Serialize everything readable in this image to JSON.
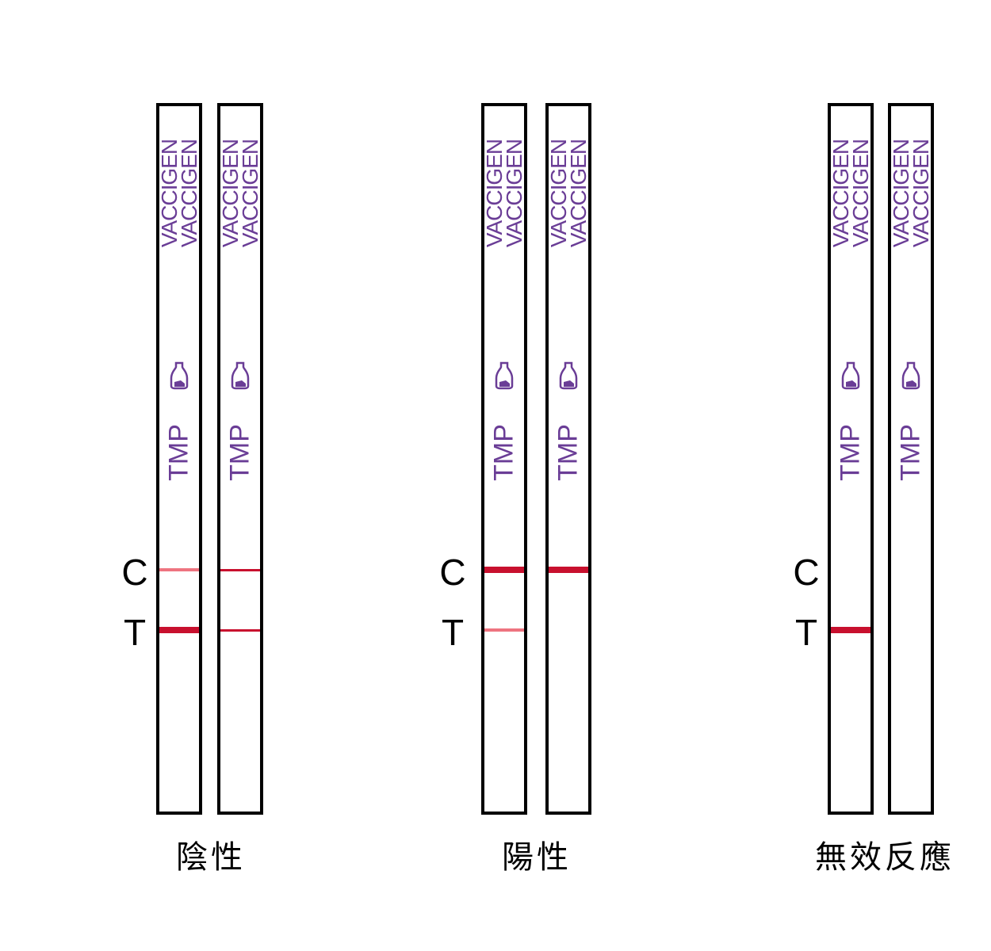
{
  "brand_text": [
    "VACCIGEN",
    "VACCIGEN"
  ],
  "test_name": "TMP",
  "line_labels": {
    "control": "C",
    "test": "T"
  },
  "colors": {
    "brand": "#6a3d96",
    "strong": "#c8102e",
    "faint": "#ee7480",
    "thin": "#c8102e"
  },
  "groups": [
    {
      "label": "陰性",
      "strips": [
        {
          "c": "faint",
          "t": "strong"
        },
        {
          "c": "thin",
          "t": "thin"
        }
      ]
    },
    {
      "label": "陽性",
      "strips": [
        {
          "c": "strong",
          "t": "faint"
        },
        {
          "c": "strong",
          "t": "none"
        }
      ]
    },
    {
      "label": "無效反應",
      "strips": [
        {
          "c": "none",
          "t": "strong"
        },
        {
          "c": "none",
          "t": "none"
        }
      ]
    }
  ]
}
